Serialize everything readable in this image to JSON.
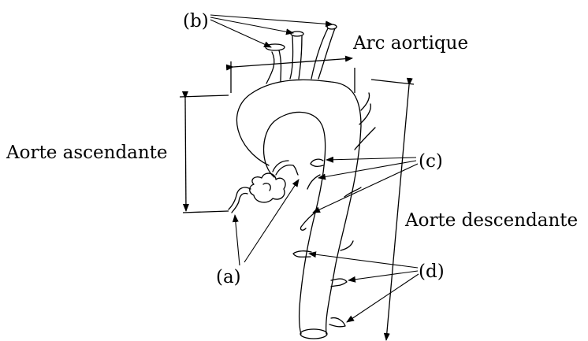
{
  "diagram": {
    "labels": {
      "b": "(b)",
      "arc": "Arc aortique",
      "ascending": "Aorte ascendante",
      "c": "(c)",
      "descending": "Aorte descendante",
      "a": "(a)",
      "d": "(d)"
    },
    "colors": {
      "ink": "#000000",
      "background": "#ffffff"
    }
  }
}
